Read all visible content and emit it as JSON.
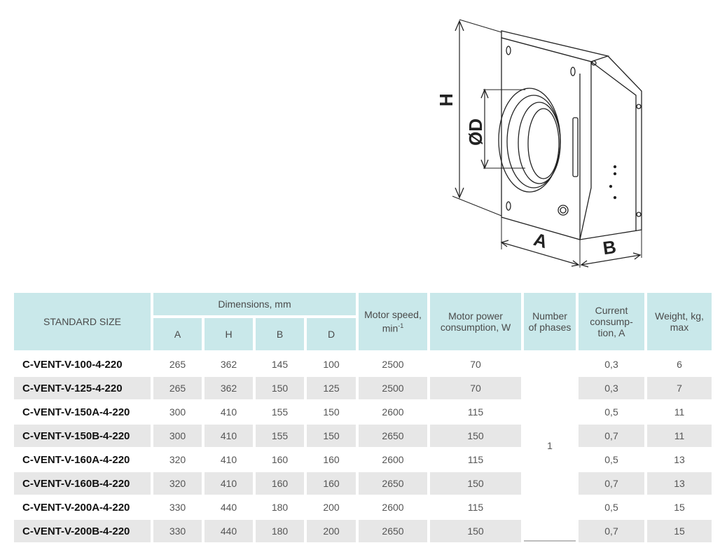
{
  "drawing": {
    "labels": {
      "h": "H",
      "d": "ØD",
      "a": "A",
      "b": "B"
    }
  },
  "table": {
    "headers": {
      "standard_size": "STANDARD SIZE",
      "dimensions": "Dimensions, mm",
      "dim_cols": [
        "A",
        "H",
        "B",
        "D"
      ],
      "motor_speed": "Motor speed,",
      "motor_speed_unit": "min",
      "motor_speed_exp": "-1",
      "motor_power_1": "Motor power",
      "motor_power_2": "consumption, W",
      "phases_1": "Number",
      "phases_2": "of phases",
      "current_1": "Current",
      "current_2": "consump-",
      "current_3": "tion, A",
      "weight_1": "Weight, kg,",
      "weight_2": "max"
    },
    "phases_value": "1",
    "rows": [
      {
        "name": "C-VENT-V-100-4-220",
        "a": "265",
        "h": "362",
        "b": "145",
        "d": "100",
        "speed": "2500",
        "power": "70",
        "current": "0,3",
        "weight": "6"
      },
      {
        "name": "C-VENT-V-125-4-220",
        "a": "265",
        "h": "362",
        "b": "150",
        "d": "125",
        "speed": "2500",
        "power": "70",
        "current": "0,3",
        "weight": "7"
      },
      {
        "name": "C-VENT-V-150A-4-220",
        "a": "300",
        "h": "410",
        "b": "155",
        "d": "150",
        "speed": "2600",
        "power": "115",
        "current": "0,5",
        "weight": "11"
      },
      {
        "name": "C-VENT-V-150B-4-220",
        "a": "300",
        "h": "410",
        "b": "155",
        "d": "150",
        "speed": "2650",
        "power": "150",
        "current": "0,7",
        "weight": "11"
      },
      {
        "name": "C-VENT-V-160A-4-220",
        "a": "320",
        "h": "410",
        "b": "160",
        "d": "160",
        "speed": "2600",
        "power": "115",
        "current": "0,5",
        "weight": "13"
      },
      {
        "name": "C-VENT-V-160B-4-220",
        "a": "320",
        "h": "410",
        "b": "160",
        "d": "160",
        "speed": "2650",
        "power": "150",
        "current": "0,7",
        "weight": "13"
      },
      {
        "name": "C-VENT-V-200A-4-220",
        "a": "330",
        "h": "440",
        "b": "180",
        "d": "200",
        "speed": "2600",
        "power": "115",
        "current": "0,5",
        "weight": "15"
      },
      {
        "name": "C-VENT-V-200B-4-220",
        "a": "330",
        "h": "440",
        "b": "180",
        "d": "200",
        "speed": "2650",
        "power": "150",
        "current": "0,7",
        "weight": "15"
      }
    ]
  }
}
